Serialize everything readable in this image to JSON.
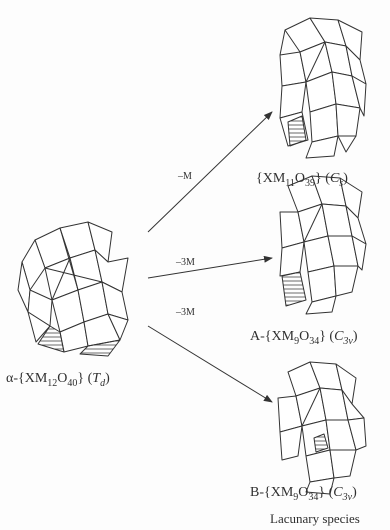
{
  "structures": [
    {
      "id": "keggin",
      "name_prefix": "α-",
      "formula_core": "{XM",
      "m_sub": "12",
      "o_sub": "40",
      "symmetry": "T",
      "sym_sub": "d"
    },
    {
      "id": "monolacunary",
      "name_prefix": "",
      "formula_core": "{XM",
      "m_sub": "11",
      "o_sub": "39",
      "symmetry": "C",
      "sym_sub": "s"
    },
    {
      "id": "trilacunary-a",
      "name_prefix": "A-",
      "formula_core": "{XM",
      "m_sub": "9",
      "o_sub": "34",
      "symmetry": "C",
      "sym_sub": "3v"
    },
    {
      "id": "trilacunary-b",
      "name_prefix": "B-",
      "formula_core": "{XM",
      "m_sub": "9",
      "o_sub": "34",
      "symmetry": "C",
      "sym_sub": "3v"
    }
  ],
  "arrows": [
    {
      "label": "–M"
    },
    {
      "label": "–3M"
    },
    {
      "label": "–3M"
    }
  ],
  "caption": "Lacunary species"
}
